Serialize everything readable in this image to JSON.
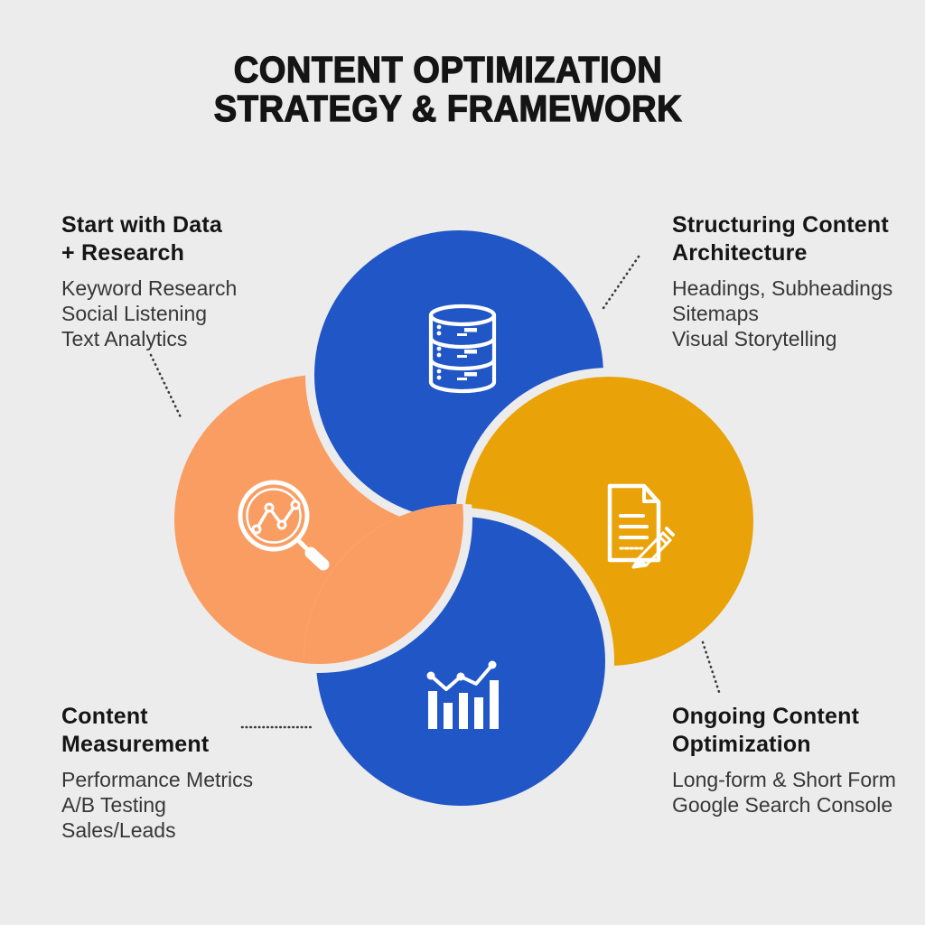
{
  "title": {
    "line1": "CONTENT OPTIMIZATION",
    "line2": "STRATEGY & FRAMEWORK"
  },
  "colors": {
    "background": "#ececec",
    "blue": "#2156c6",
    "orange": "#fa9d62",
    "gold": "#e9a309",
    "icon_white": "#ffffff",
    "heading_text": "#151515",
    "body_text": "#373737",
    "connector": "#3a3a3a"
  },
  "circles": {
    "top": {
      "color_key": "blue",
      "icon": "database-icon"
    },
    "left": {
      "color_key": "orange",
      "icon": "search-trend-icon"
    },
    "right": {
      "color_key": "gold",
      "icon": "document-edit-icon"
    },
    "bottom": {
      "color_key": "blue",
      "icon": "bar-chart-icon"
    }
  },
  "sections": {
    "top_left": {
      "heading_line1": "Start with Data",
      "heading_line2": "+ Research",
      "items": [
        "Keyword Research",
        "Social Listening",
        "Text Analytics"
      ]
    },
    "top_right": {
      "heading_line1": "Structuring Content",
      "heading_line2": "Architecture",
      "items": [
        "Headings, Subheadings",
        "Sitemaps",
        "Visual Storytelling"
      ]
    },
    "bottom_left": {
      "heading_line1": "Content",
      "heading_line2": "Measurement",
      "items": [
        "Performance Metrics",
        "A/B Testing",
        "Sales/Leads"
      ]
    },
    "bottom_right": {
      "heading_line1": "Ongoing Content",
      "heading_line2": "Optimization",
      "items": [
        "Long-form & Short Form",
        "Google Search Console"
      ]
    }
  }
}
